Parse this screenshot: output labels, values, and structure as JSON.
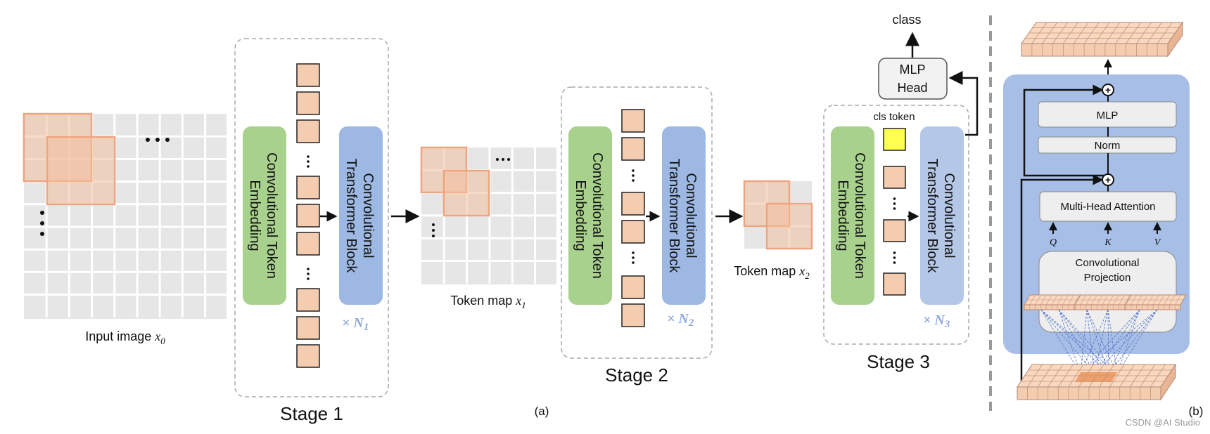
{
  "input": {
    "label": "Input image ",
    "var": "x",
    "sub": "0"
  },
  "token_map_1": {
    "label": "Token map ",
    "var": "x",
    "sub": "1"
  },
  "token_map_2": {
    "label": "Token map ",
    "var": "x",
    "sub": "2"
  },
  "stages": [
    {
      "title": "Stage 1",
      "embed_line1": "Convolutional Token",
      "embed_line2": "Embedding",
      "block_line1": "Convolutional",
      "block_line2": "Transformer Block",
      "mult_prefix": "× ",
      "mult_var": "N",
      "mult_sub": "1"
    },
    {
      "title": "Stage 2",
      "embed_line1": "Convolutional Token",
      "embed_line2": "Embedding",
      "block_line1": "Convolutional",
      "block_line2": "Transformer Block",
      "mult_prefix": "× ",
      "mult_var": "N",
      "mult_sub": "2"
    },
    {
      "title": "Stage 3",
      "embed_line1": "Convolutional Token",
      "embed_line2": "Embedding",
      "block_line1": "Convolutional",
      "block_line2": "Transformer Block",
      "mult_prefix": "× ",
      "mult_var": "N",
      "mult_sub": "3"
    }
  ],
  "cls_token": "cls token",
  "mlp_head_line1": "MLP",
  "mlp_head_line2": "Head",
  "class_label": "class",
  "panel_a": "(a)",
  "panel_b": "(b)",
  "detail": {
    "mlp": "MLP",
    "norm": "Norm",
    "mha": "Multi-Head Attention",
    "q": "Q",
    "k": "K",
    "v": "V",
    "proj_line1": "Convolutional",
    "proj_line2": "Projection"
  },
  "watermark": "CSDN @AI Studio",
  "colors": {
    "token": "#f4ccb0",
    "token_stroke": "#222222",
    "patch": "#f2c09f",
    "grid": "#e6e6e6",
    "embed": "#a9d18e",
    "block": "#9db8e2",
    "block_light": "#b4c7e7",
    "cls": "#ffff4d",
    "detail_bg": "#a7bfe6"
  }
}
